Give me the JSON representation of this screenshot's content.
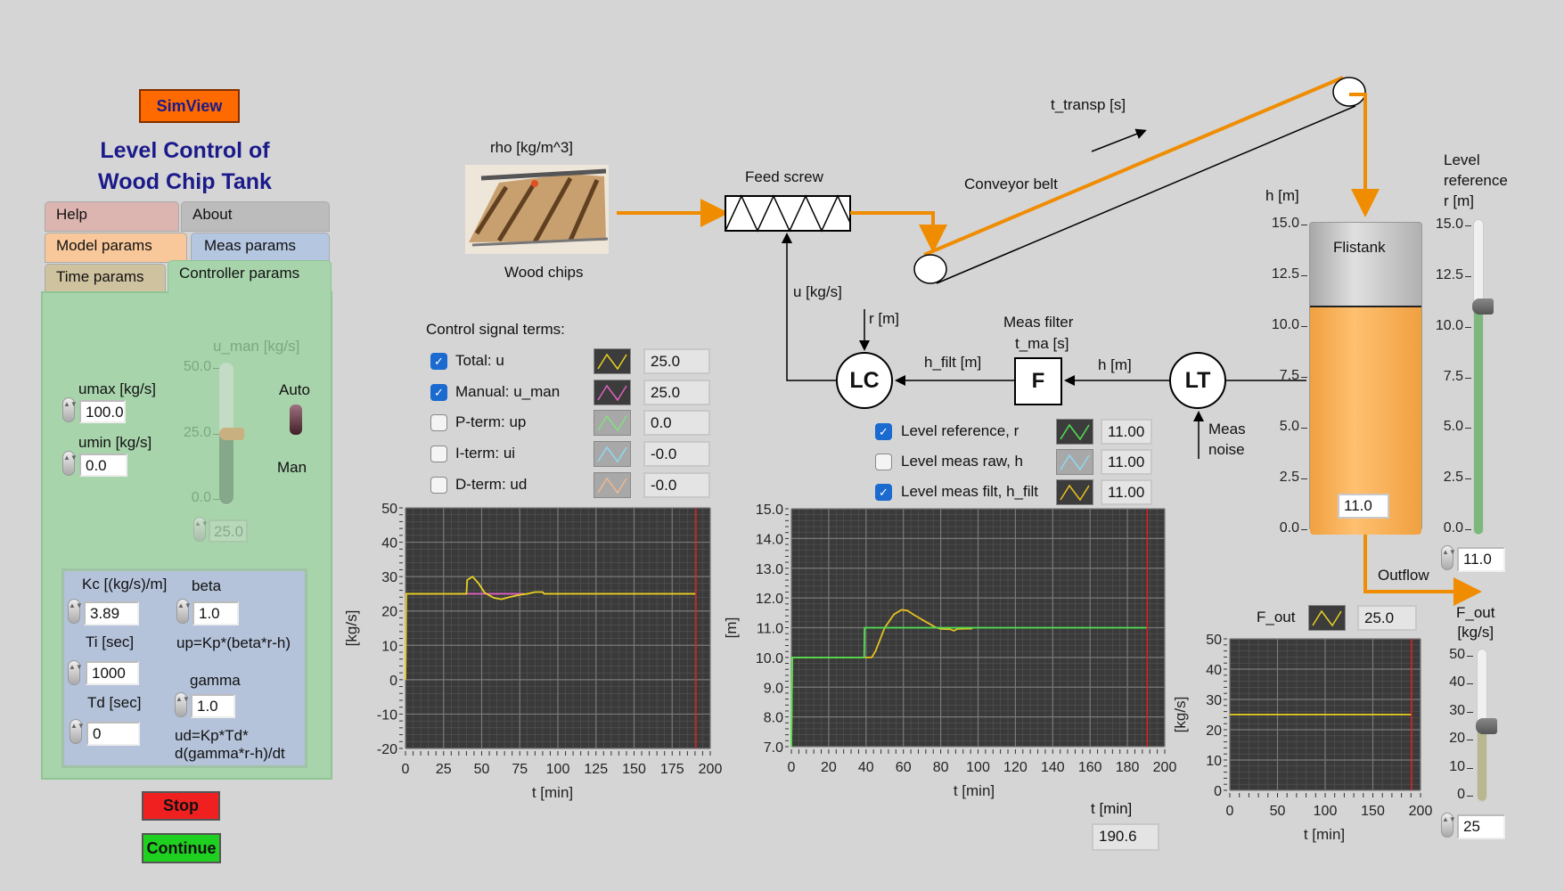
{
  "app": {
    "simview_label": "SimView",
    "title_line1": "Level Control of",
    "title_line2": "Wood Chip Tank",
    "stop_label": "Stop",
    "continue_label": "Continue"
  },
  "tabs": [
    {
      "label": "Help",
      "color": "#dcb4b0"
    },
    {
      "label": "About",
      "color": "#bcbcbc"
    },
    {
      "label": "Model params",
      "color": "#f8c89a"
    },
    {
      "label": "Meas params",
      "color": "#b4c6e0"
    },
    {
      "label": "Time params",
      "color": "#cfc29e"
    },
    {
      "label": "Controller params",
      "color": "#a8d4ac",
      "active": true
    }
  ],
  "controller": {
    "umax_label": "umax [kg/s]",
    "umax": "100.0",
    "umin_label": "umin [kg/s]",
    "umin": "0.0",
    "uman_label": "u_man [kg/s]",
    "uman_ticks": [
      "50.0",
      "25.0",
      "0.0"
    ],
    "uman_value": "25.0",
    "uman_level": 25,
    "auto_label": "Auto",
    "man_label": "Man",
    "kc_label": "Kc [(kg/s)/m]",
    "kc": "3.89",
    "beta_label": "beta",
    "beta": "1.0",
    "up_formula": "up=Kp*(beta*r-h)",
    "ti_label": "Ti [sec]",
    "ti": "1000",
    "gamma_label": "gamma",
    "gamma": "1.0",
    "td_label": "Td [sec]",
    "td": "0",
    "ud_formula1": "ud=Kp*Td*",
    "ud_formula2": "d(gamma*r-h)/dt"
  },
  "process": {
    "rho_label": "rho [kg/m^3]",
    "wood_chips_label": "Wood chips",
    "feed_screw_label": "Feed screw",
    "conveyor_label": "Conveyor belt",
    "t_transp_label": "t_transp [s]",
    "u_label": "u [kg/s]",
    "r_label": "r [m]",
    "lc_label": "LC",
    "h_filt_label": "h_filt [m]",
    "filter_label1": "Meas filter",
    "filter_label2": "t_ma [s]",
    "f_label": "F",
    "h_label": "h [m]",
    "lt_label": "LT",
    "noise_label1": "Meas",
    "noise_label2": "noise",
    "tank_label": "Flistank",
    "tank_axis_label": "h [m]",
    "tank_value": "11.0",
    "tank_level": 11,
    "outflow_label": "Outflow",
    "flow_color": "#f08c00"
  },
  "level_ref": {
    "label1": "Level",
    "label2": "reference",
    "label3": "r [m]",
    "value": "11.0",
    "level": 11
  },
  "tank_ticks": [
    "15.0",
    "12.5",
    "10.0",
    "7.5",
    "5.0",
    "2.5",
    "0.0"
  ],
  "fout_slider": {
    "label1": "F_out",
    "label2": "[kg/s]",
    "ticks": [
      "50",
      "40",
      "30",
      "20",
      "10",
      "0"
    ],
    "value": "25",
    "level": 25
  },
  "fout_ind": {
    "label": "F_out",
    "value": "25.0",
    "color": "#e8d020"
  },
  "u_legend": {
    "title": "Control signal terms:",
    "items": [
      {
        "label": "Total: u",
        "checked": true,
        "color": "#e8d020",
        "value": "25.0"
      },
      {
        "label": "Manual: u_man",
        "checked": true,
        "color": "#e060c0",
        "value": "25.0"
      },
      {
        "label": "P-term: up",
        "checked": false,
        "color": "#80e080",
        "value": "0.0"
      },
      {
        "label": "I-term: ui",
        "checked": false,
        "color": "#90d8f0",
        "value": "-0.0"
      },
      {
        "label": "D-term: ud",
        "checked": false,
        "color": "#f0b890",
        "value": "-0.0"
      }
    ]
  },
  "h_legend": {
    "items": [
      {
        "label": "Level reference, r",
        "checked": true,
        "color": "#50e050",
        "value": "11.00"
      },
      {
        "label": "Level meas raw, h",
        "checked": false,
        "color": "#90d8f0",
        "value": "11.00"
      },
      {
        "label": "Level meas filt, h_filt",
        "checked": true,
        "color": "#e8c020",
        "value": "11.00"
      }
    ]
  },
  "time": {
    "label": "t [min]",
    "value": "190.6"
  },
  "chart_data": [
    {
      "type": "line",
      "ylabel": "[kg/s]",
      "xlabel": "t [min]",
      "xlim": [
        0,
        200
      ],
      "ylim": [
        -20,
        50
      ],
      "xticks": [
        0,
        25,
        50,
        75,
        100,
        125,
        150,
        175,
        200
      ],
      "yticks": [
        -20,
        -10,
        0,
        10,
        20,
        30,
        40,
        50
      ],
      "grid": true,
      "cursor": 190.6,
      "series": [
        {
          "name": "Manual: u_man",
          "color": "#e060c0",
          "x": [
            0,
            0.5,
            40,
            78
          ],
          "y": [
            0,
            25,
            25,
            25
          ]
        },
        {
          "name": "Total: u",
          "color": "#e8d020",
          "x": [
            0,
            0.5,
            40,
            40.5,
            44,
            48,
            52,
            58,
            63,
            68,
            75,
            80,
            85,
            90,
            91,
            190.6
          ],
          "y": [
            0,
            25,
            25,
            29,
            30,
            28,
            25.3,
            23.8,
            23.4,
            24,
            24.7,
            25,
            25.5,
            25.5,
            25,
            25
          ]
        }
      ]
    },
    {
      "type": "line",
      "ylabel": "[m]",
      "xlabel": "t [min]",
      "xlim": [
        0,
        200
      ],
      "ylim": [
        7,
        15
      ],
      "xticks": [
        0,
        20,
        40,
        60,
        80,
        100,
        120,
        140,
        160,
        180,
        200
      ],
      "yticks": [
        7,
        8,
        9,
        10,
        11,
        12,
        13,
        14,
        15
      ],
      "grid": true,
      "cursor": 190.6,
      "series": [
        {
          "name": "Level meas filt, h_filt",
          "color": "#e8c020",
          "x": [
            0,
            0.5,
            43,
            45,
            50,
            55,
            59,
            62,
            66,
            72,
            77,
            80,
            85,
            87,
            89,
            97
          ],
          "y": [
            7,
            10,
            10,
            10.2,
            11,
            11.45,
            11.6,
            11.58,
            11.42,
            11.2,
            11.02,
            10.96,
            10.95,
            10.9,
            10.96,
            10.97
          ]
        },
        {
          "name": "Level reference, r",
          "color": "#50e050",
          "x": [
            0,
            0.5,
            39,
            39.2,
            190.6
          ],
          "y": [
            7,
            10,
            10,
            11,
            11
          ]
        }
      ]
    },
    {
      "type": "line",
      "ylabel": "[kg/s]",
      "xlabel": "t [min]",
      "xlim": [
        0,
        200
      ],
      "ylim": [
        0,
        50
      ],
      "xticks": [
        0,
        50,
        100,
        150,
        200
      ],
      "yticks": [
        0,
        10,
        20,
        30,
        40,
        50
      ],
      "grid": true,
      "cursor": 190.6,
      "series": [
        {
          "name": "F_out",
          "color": "#e8d020",
          "x": [
            0,
            190.6
          ],
          "y": [
            25,
            25
          ]
        }
      ]
    }
  ]
}
